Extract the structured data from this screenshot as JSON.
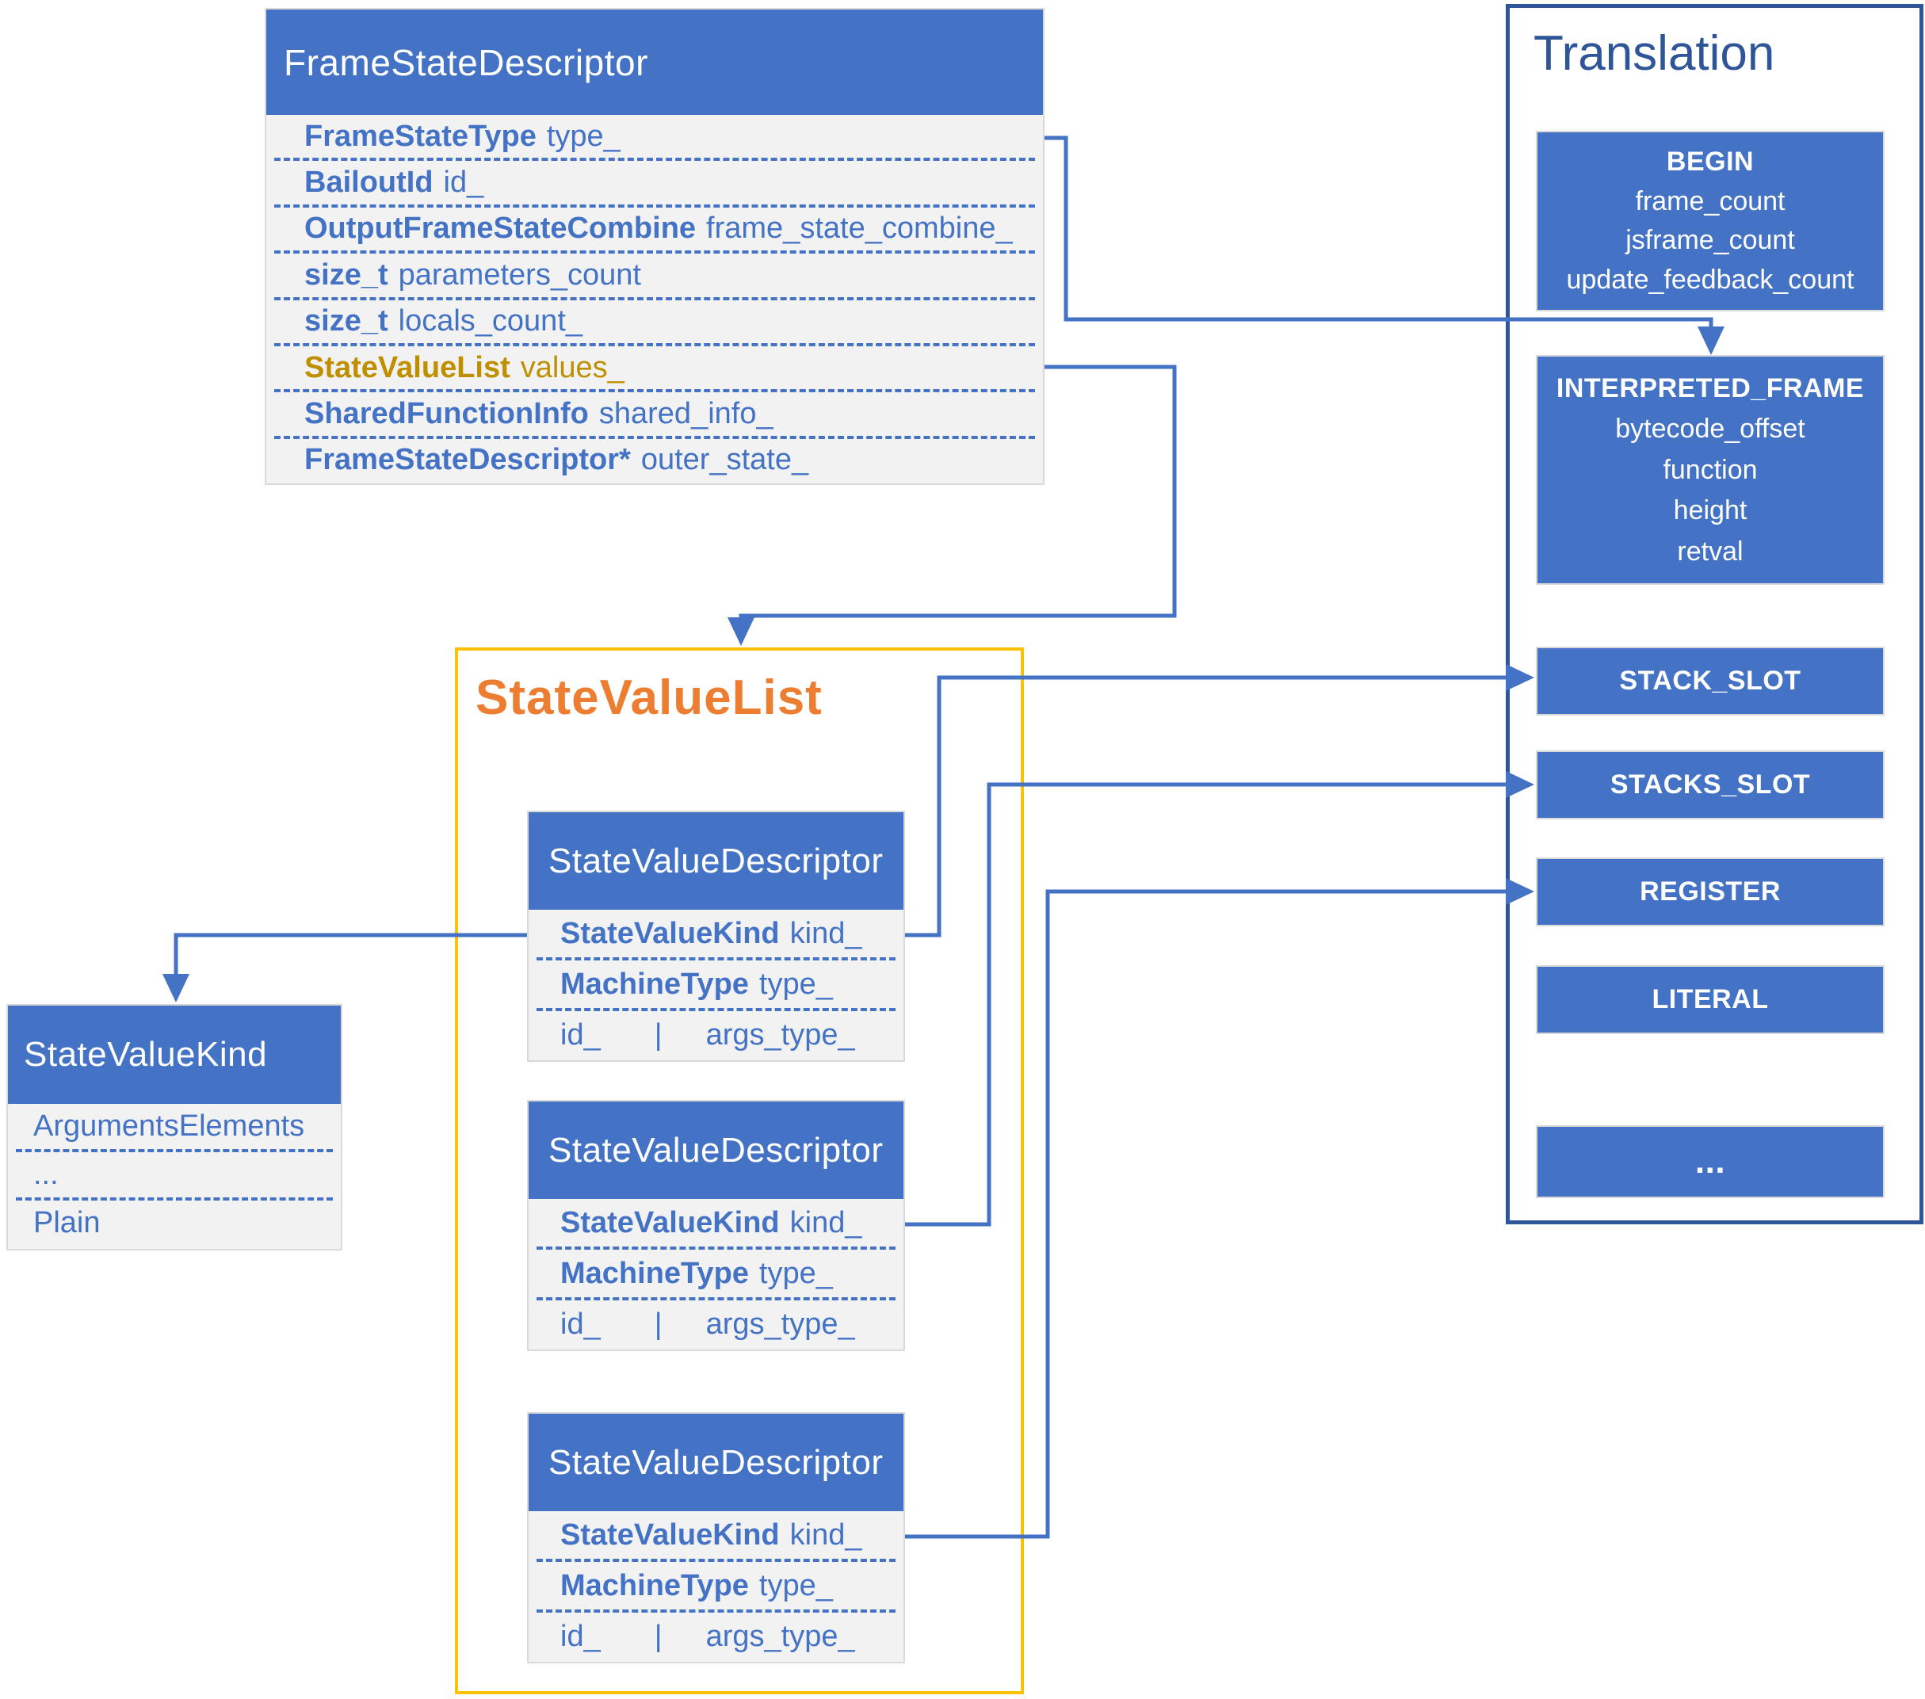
{
  "colors": {
    "accent_blue": "#4472C4",
    "navy_border": "#2E5597",
    "body_gray": "#F2F2F2",
    "box_border_gray": "#D9D9D9",
    "gold_text": "#BF8F00",
    "orange_title": "#ED7D31",
    "yellow_border": "#FFC000",
    "header_text": "#FFFFFF"
  },
  "frame_state_descriptor": {
    "title": "FrameStateDescriptor",
    "fields": [
      {
        "type": "FrameStateType",
        "name": "type_"
      },
      {
        "type": "BailoutId",
        "name": "id_"
      },
      {
        "type": "OutputFrameStateCombine",
        "name": "frame_state_combine_"
      },
      {
        "type": "size_t",
        "name": "parameters_count"
      },
      {
        "type": "size_t",
        "name": "locals_count_"
      },
      {
        "type": "StateValueList",
        "name": "values_"
      },
      {
        "type": "SharedFunctionInfo",
        "name": "shared_info_"
      },
      {
        "type": "FrameStateDescriptor*",
        "name": "outer_state_"
      }
    ]
  },
  "state_value_list": {
    "title": "StateValueList",
    "descriptors": [
      {
        "title": "StateValueDescriptor",
        "kind_type": "StateValueKind",
        "kind_name": "kind_",
        "machine_type": "MachineType",
        "machine_name": "type_",
        "id_label": "id_",
        "separator": "|",
        "args_label": "args_type_"
      },
      {
        "title": "StateValueDescriptor",
        "kind_type": "StateValueKind",
        "kind_name": "kind_",
        "machine_type": "MachineType",
        "machine_name": "type_",
        "id_label": "id_",
        "separator": "|",
        "args_label": "args_type_"
      },
      {
        "title": "StateValueDescriptor",
        "kind_type": "StateValueKind",
        "kind_name": "kind_",
        "machine_type": "MachineType",
        "machine_name": "type_",
        "id_label": "id_",
        "separator": "|",
        "args_label": "args_type_"
      }
    ]
  },
  "state_value_kind": {
    "title": "StateValueKind",
    "values": [
      "ArgumentsElements",
      "...",
      "Plain"
    ]
  },
  "translation": {
    "title": "Translation",
    "blocks": [
      {
        "header": "BEGIN",
        "lines": [
          "frame_count",
          "jsframe_count",
          "update_feedback_count"
        ]
      },
      {
        "header": "INTERPRETED_FRAME",
        "lines": [
          "bytecode_offset",
          "function",
          "height",
          "retval"
        ]
      },
      {
        "header": "STACK_SLOT",
        "lines": []
      },
      {
        "header": "STACKS_SLOT",
        "lines": []
      },
      {
        "header": "REGISTER",
        "lines": []
      },
      {
        "header": "LITERAL",
        "lines": []
      },
      {
        "header": "...",
        "lines": []
      }
    ]
  }
}
